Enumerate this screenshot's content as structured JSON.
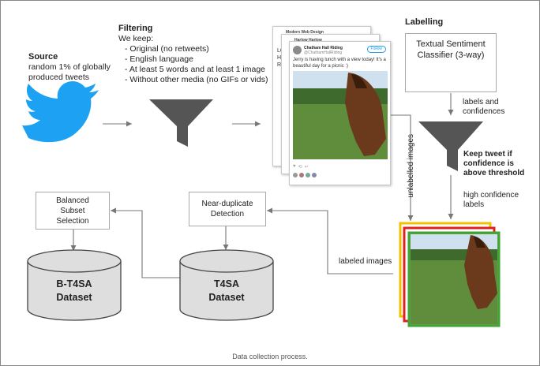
{
  "source": {
    "title": "Source",
    "lines": [
      "random 1% of globally",
      "produced tweets"
    ]
  },
  "filtering": {
    "title": "Filtering",
    "intro": "We keep:",
    "items": [
      "- Original (no retweets)",
      "- English language",
      "- At least 5 words and at least 1 image",
      "- Without other media (no GIFs or vids)"
    ]
  },
  "labelling": {
    "title": "Labelling",
    "classifier_lines": [
      "Textual Sentiment",
      "Classifier (3-way)"
    ]
  },
  "sentiment_colors": {
    "positive": "#3fa535",
    "neutral": "#f2c200",
    "negative": "#e02020"
  },
  "tweet_mock": {
    "back_author": "Modern Web Design",
    "mid_author": "Harlow Harlow",
    "back_lines": [
      "LO",
      "Hi",
      "Re"
    ],
    "front_author": "Chatham Hall Riding",
    "front_handle": "@ChathamHallRiding",
    "follow_label": "Follow",
    "front_text": "Jerry is having lunch with a view today! It's a beautiful day for a picnic :)",
    "icons": [
      "heart-icon",
      "retweet-icon",
      "reply-icon"
    ]
  },
  "labels": {
    "labels_and_confidences": [
      "labels and",
      "confidences"
    ],
    "keep_tweet": [
      "Keep tweet if",
      "confidence is",
      "above threshold"
    ],
    "high_confidence": [
      "high confidence",
      "labels"
    ],
    "unlabelled_images": "unlabelled images",
    "labeled_images": "labeled images"
  },
  "boxes": {
    "balanced_subset": [
      "Balanced",
      "Subset",
      "Selection"
    ],
    "near_duplicate": [
      "Near-duplicate",
      "Detection"
    ]
  },
  "datasets": {
    "b_t4sa": [
      "B-T4SA",
      "Dataset"
    ],
    "t4sa": [
      "T4SA",
      "Dataset"
    ]
  },
  "caption": "Data collection process."
}
